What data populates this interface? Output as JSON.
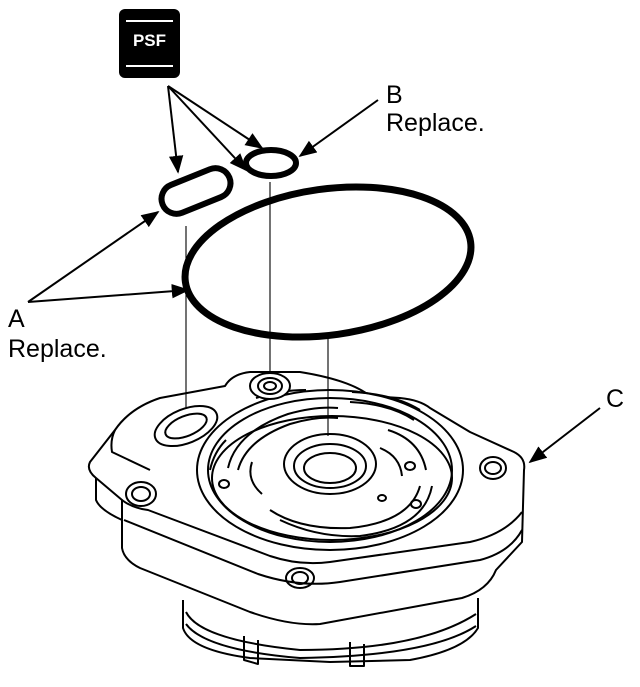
{
  "badge": {
    "text": "PSF"
  },
  "callouts": {
    "a": {
      "letter": "A",
      "note": "Replace."
    },
    "b": {
      "letter": "B",
      "note": "Replace."
    },
    "c": {
      "letter": "C"
    }
  },
  "colors": {
    "line": "#000000",
    "background": "#ffffff",
    "badge": "#000000"
  },
  "parts": [
    "o-ring-oval",
    "o-ring-small",
    "o-ring-large",
    "pump-housing"
  ]
}
